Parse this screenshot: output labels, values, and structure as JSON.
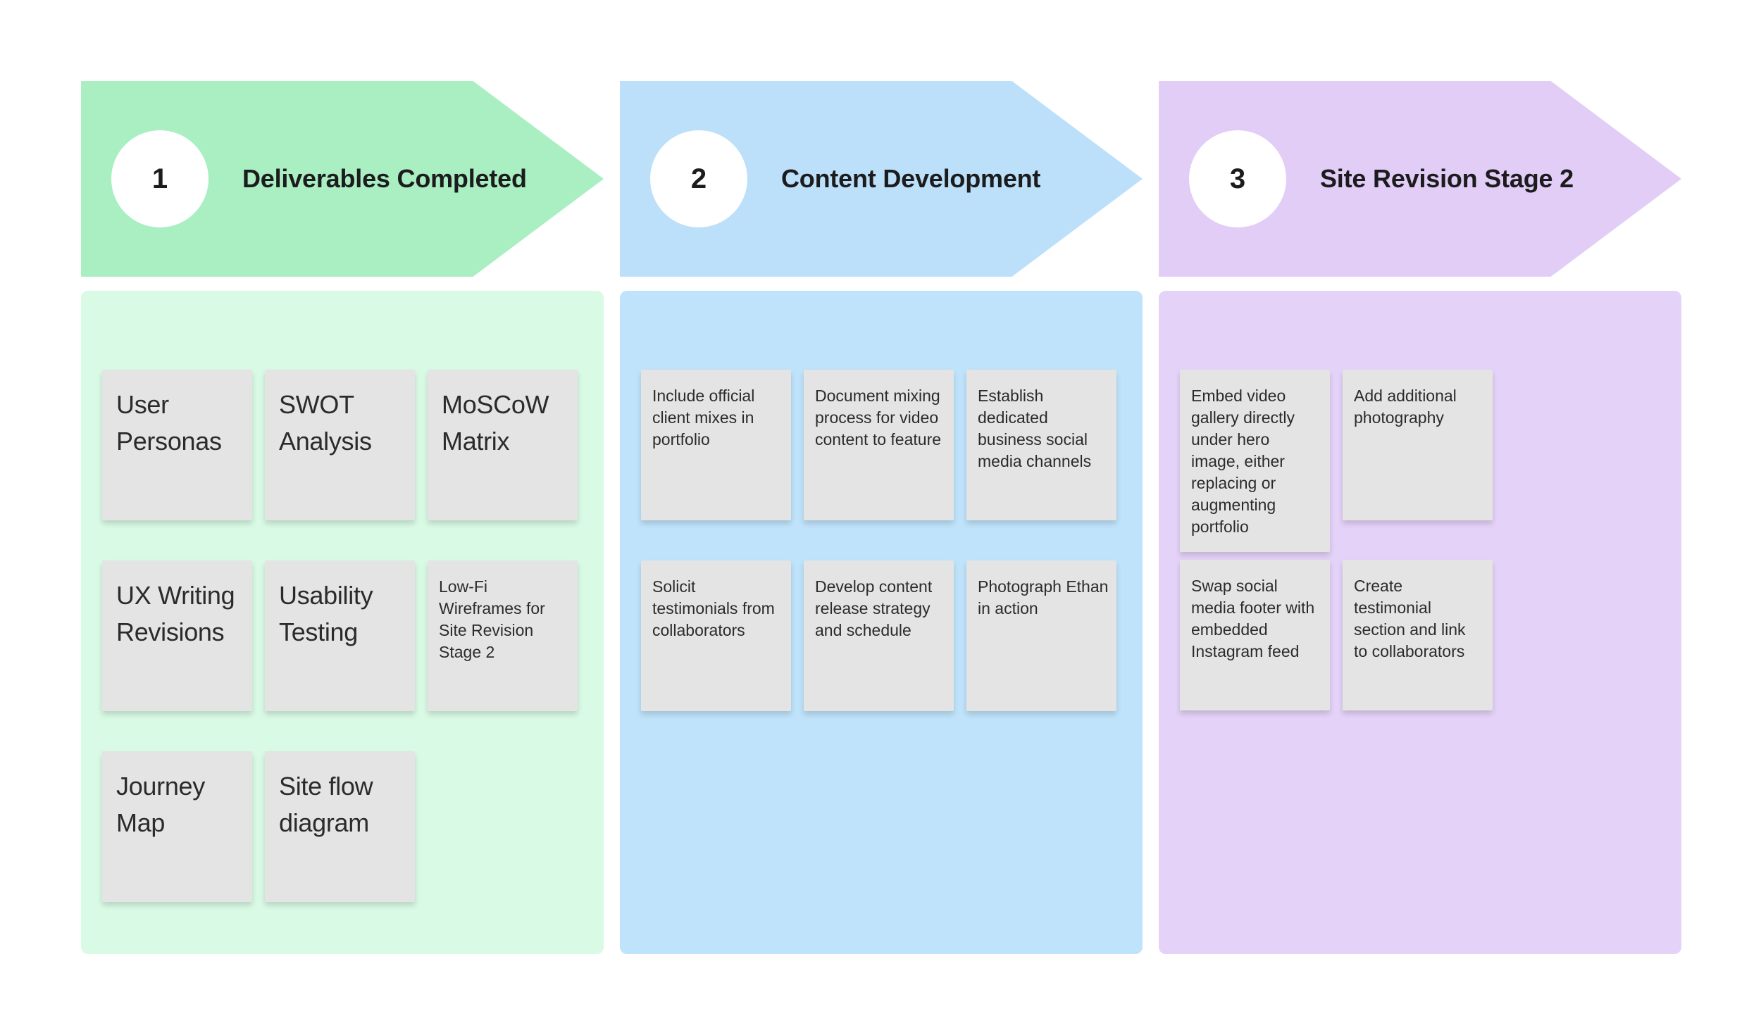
{
  "board": {
    "note_color": "#e4e4e4",
    "stages": [
      {
        "number": "1",
        "title": "Deliverables Completed",
        "colors": {
          "arrow": "#a9efc2",
          "panel": "#d9fae5"
        },
        "notes": [
          {
            "text": "User\nPersonas",
            "style": "large"
          },
          {
            "text": "SWOT\nAnalysis",
            "style": "large"
          },
          {
            "text": "MoSCoW\nMatrix",
            "style": "large"
          },
          {
            "text": "UX Writing\nRevisions",
            "style": "large"
          },
          {
            "text": "Usability\nTesting",
            "style": "large"
          },
          {
            "text": "Low-Fi\nWireframes for\nSite Revision\nStage 2",
            "style": "small"
          },
          {
            "text": "Journey\nMap",
            "style": "large"
          },
          {
            "text": "Site flow\ndiagram",
            "style": "large"
          }
        ]
      },
      {
        "number": "2",
        "title": "Content Development",
        "colors": {
          "arrow": "#bce0f9",
          "panel": "#bfe3fa"
        },
        "notes": [
          {
            "text": "Include official\nclient mixes in\nportfolio",
            "style": "small"
          },
          {
            "text": "Document mixing\nprocess for video\ncontent to feature",
            "style": "small"
          },
          {
            "text": "Establish\ndedicated\nbusiness social\nmedia channels",
            "style": "small"
          },
          {
            "text": "Solicit\ntestimonials from\ncollaborators",
            "style": "small"
          },
          {
            "text": "Develop content\nrelease strategy\nand schedule",
            "style": "small"
          },
          {
            "text": "Photograph Ethan\nin action",
            "style": "small"
          }
        ]
      },
      {
        "number": "3",
        "title": "Site Revision Stage 2",
        "colors": {
          "arrow": "#e1cdf6",
          "panel": "#e4d2f8"
        },
        "notes": [
          {
            "text": "Embed video\ngallery directly\nunder hero\nimage, either\nreplacing or\naugmenting\nportfolio",
            "style": "small"
          },
          {
            "text": "Add additional\nphotography",
            "style": "small"
          },
          {
            "text": "Swap social\nmedia footer with\nembedded\nInstagram feed",
            "style": "small"
          },
          {
            "text": "Create\ntestimonial\nsection and link\nto collaborators",
            "style": "small"
          }
        ]
      }
    ]
  }
}
